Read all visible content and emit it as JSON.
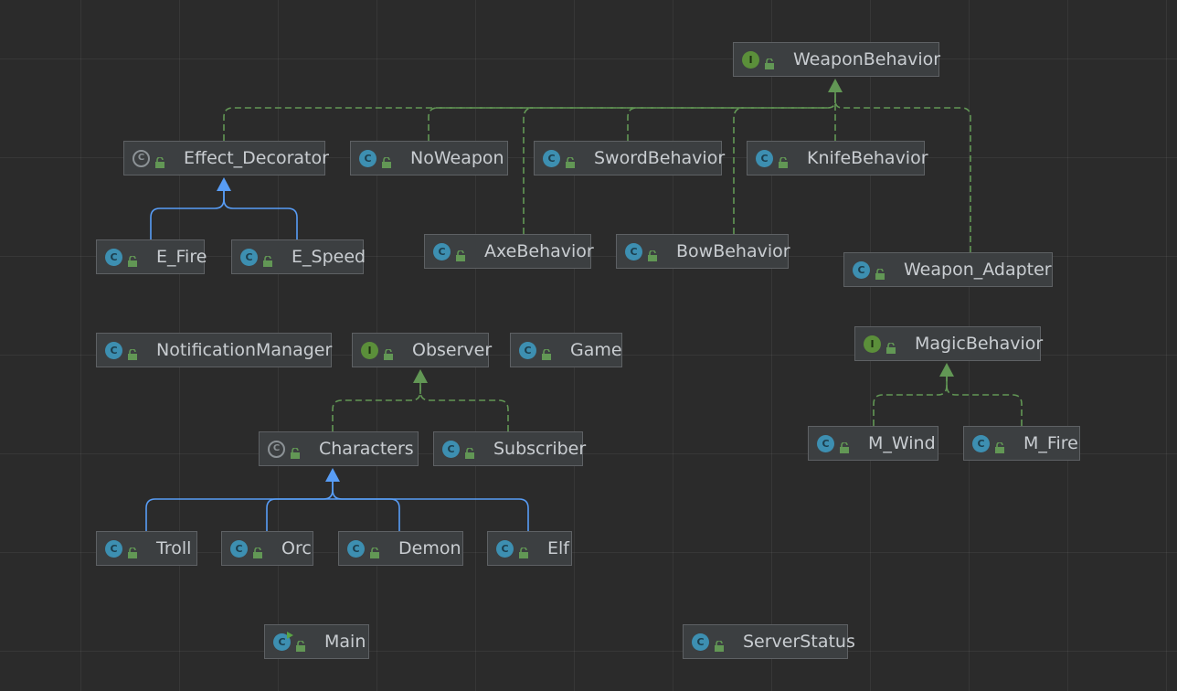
{
  "diagram": {
    "nodes": [
      {
        "id": "WeaponBehavior",
        "label": "WeaponBehavior",
        "kind": "interface",
        "icon": "I"
      },
      {
        "id": "Effect_Decorator",
        "label": "Effect_Decorator",
        "kind": "abstract",
        "icon": "C"
      },
      {
        "id": "NoWeapon",
        "label": "NoWeapon",
        "kind": "class",
        "icon": "C"
      },
      {
        "id": "SwordBehavior",
        "label": "SwordBehavior",
        "kind": "class",
        "icon": "C"
      },
      {
        "id": "KnifeBehavior",
        "label": "KnifeBehavior",
        "kind": "class",
        "icon": "C"
      },
      {
        "id": "E_Fire",
        "label": "E_Fire",
        "kind": "class",
        "icon": "C"
      },
      {
        "id": "E_Speed",
        "label": "E_Speed",
        "kind": "class",
        "icon": "C"
      },
      {
        "id": "AxeBehavior",
        "label": "AxeBehavior",
        "kind": "class",
        "icon": "C"
      },
      {
        "id": "BowBehavior",
        "label": "BowBehavior",
        "kind": "class",
        "icon": "C"
      },
      {
        "id": "Weapon_Adapter",
        "label": "Weapon_Adapter",
        "kind": "class",
        "icon": "C"
      },
      {
        "id": "NotificationManager",
        "label": "NotificationManager",
        "kind": "class",
        "icon": "C"
      },
      {
        "id": "Observer",
        "label": "Observer",
        "kind": "interface",
        "icon": "I"
      },
      {
        "id": "Game",
        "label": "Game",
        "kind": "class",
        "icon": "C"
      },
      {
        "id": "MagicBehavior",
        "label": "MagicBehavior",
        "kind": "interface",
        "icon": "I"
      },
      {
        "id": "Characters",
        "label": "Characters",
        "kind": "abstract",
        "icon": "C"
      },
      {
        "id": "Subscriber",
        "label": "Subscriber",
        "kind": "class",
        "icon": "C"
      },
      {
        "id": "M_Wind",
        "label": "M_Wind",
        "kind": "class",
        "icon": "C"
      },
      {
        "id": "M_Fire",
        "label": "M_Fire",
        "kind": "class",
        "icon": "C"
      },
      {
        "id": "Troll",
        "label": "Troll",
        "kind": "class",
        "icon": "C"
      },
      {
        "id": "Orc",
        "label": "Orc",
        "kind": "class",
        "icon": "C"
      },
      {
        "id": "Demon",
        "label": "Demon",
        "kind": "class",
        "icon": "C"
      },
      {
        "id": "Elf",
        "label": "Elf",
        "kind": "class",
        "icon": "C"
      },
      {
        "id": "Main",
        "label": "Main",
        "kind": "main",
        "icon": "C"
      },
      {
        "id": "ServerStatus",
        "label": "ServerStatus",
        "kind": "class",
        "icon": "C"
      }
    ],
    "edges": [
      {
        "from": "Effect_Decorator",
        "to": "WeaponBehavior",
        "type": "implements"
      },
      {
        "from": "NoWeapon",
        "to": "WeaponBehavior",
        "type": "implements"
      },
      {
        "from": "AxeBehavior",
        "to": "WeaponBehavior",
        "type": "implements"
      },
      {
        "from": "SwordBehavior",
        "to": "WeaponBehavior",
        "type": "implements"
      },
      {
        "from": "BowBehavior",
        "to": "WeaponBehavior",
        "type": "implements"
      },
      {
        "from": "KnifeBehavior",
        "to": "WeaponBehavior",
        "type": "implements"
      },
      {
        "from": "Weapon_Adapter",
        "to": "WeaponBehavior",
        "type": "implements"
      },
      {
        "from": "E_Fire",
        "to": "Effect_Decorator",
        "type": "extends"
      },
      {
        "from": "E_Speed",
        "to": "Effect_Decorator",
        "type": "extends"
      },
      {
        "from": "Characters",
        "to": "Observer",
        "type": "implements"
      },
      {
        "from": "Subscriber",
        "to": "Observer",
        "type": "implements"
      },
      {
        "from": "Troll",
        "to": "Characters",
        "type": "extends"
      },
      {
        "from": "Orc",
        "to": "Characters",
        "type": "extends"
      },
      {
        "from": "Demon",
        "to": "Characters",
        "type": "extends"
      },
      {
        "from": "Elf",
        "to": "Characters",
        "type": "extends"
      },
      {
        "from": "M_Wind",
        "to": "MagicBehavior",
        "type": "implements"
      },
      {
        "from": "M_Fire",
        "to": "MagicBehavior",
        "type": "implements"
      }
    ]
  },
  "colors": {
    "implements": "#629755",
    "extends": "#589df6"
  }
}
